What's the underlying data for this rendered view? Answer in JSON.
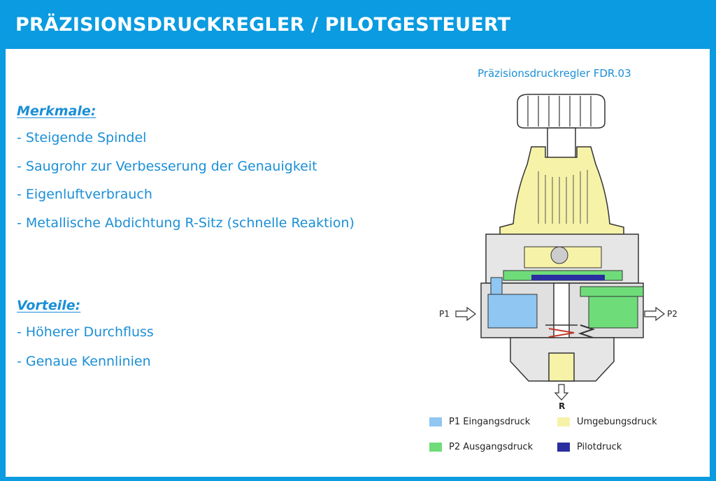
{
  "header": {
    "title": "PRÄZISIONSDRUCKREGLER / PILOTGESTEUERT"
  },
  "features": {
    "heading": "Merkmale:",
    "items": [
      "- Steigende Spindel",
      "- Saugrohr zur Verbesserung der Genauigkeit",
      "- Eigenluftverbrauch",
      "- Metallische Abdichtung R-Sitz (schnelle Reaktion)"
    ]
  },
  "advantages": {
    "heading": "Vorteile:",
    "items": [
      "- Höherer Durchfluss",
      "- Genaue Kennlinien"
    ]
  },
  "diagram": {
    "title": "Präzisionsdruckregler FDR.03",
    "port_p1": "P1",
    "port_p2": "P2",
    "port_r": "R"
  },
  "legend": [
    {
      "label": "P1 Eingangsdruck",
      "color": "#8fc6f2"
    },
    {
      "label": "Umgebungsdruck",
      "color": "#f6f2a8"
    },
    {
      "label": "P2 Ausgangsdruck",
      "color": "#6fdc7a"
    },
    {
      "label": "Pilotdruck",
      "color": "#2a2ea0"
    }
  ],
  "colors": {
    "accent": "#0a9be0",
    "text": "#1b8fd6"
  }
}
